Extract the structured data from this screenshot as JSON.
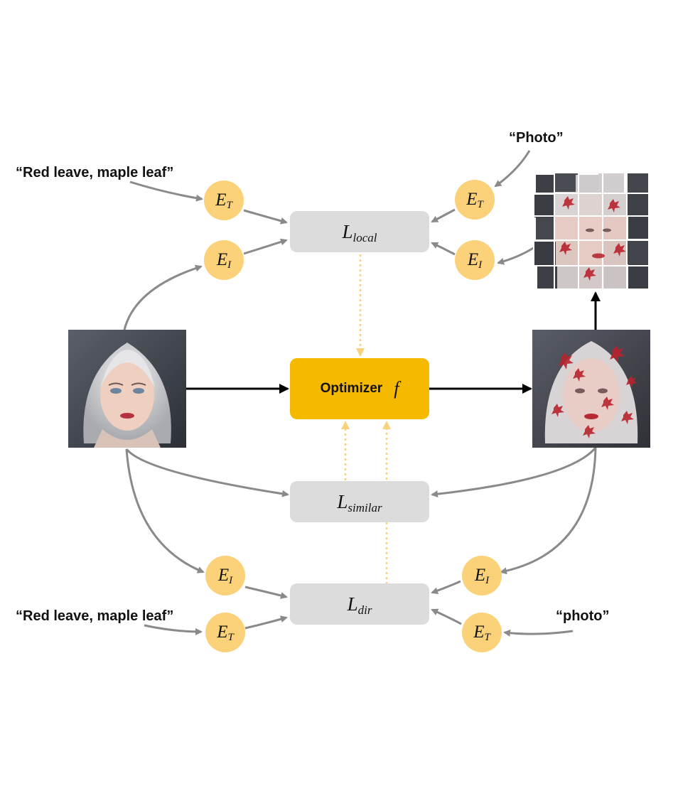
{
  "prompts": {
    "source_top": "“Red leave, maple leaf”",
    "target_top": "“Photo”",
    "source_bottom": "“Red leave, maple leaf”",
    "target_bottom": "“photo”"
  },
  "encoders": {
    "text": {
      "main": "E",
      "sub": "T"
    },
    "image": {
      "main": "E",
      "sub": "I"
    }
  },
  "losses": {
    "local": {
      "main": "L",
      "sub": "local"
    },
    "similar": {
      "main": "L",
      "sub": "similar"
    },
    "dir": {
      "main": "L",
      "sub": "dir"
    }
  },
  "optimizer": {
    "label": "Optimizer",
    "symbol": "f"
  },
  "colors": {
    "encoder_fill": "#fbd27a",
    "loss_fill": "#dcdcdc",
    "optimizer_fill": "#f5b900",
    "gray_arrow": "#8a8a8a",
    "dotted_arrow": "#f9d27e",
    "main_arrow": "#000000"
  }
}
